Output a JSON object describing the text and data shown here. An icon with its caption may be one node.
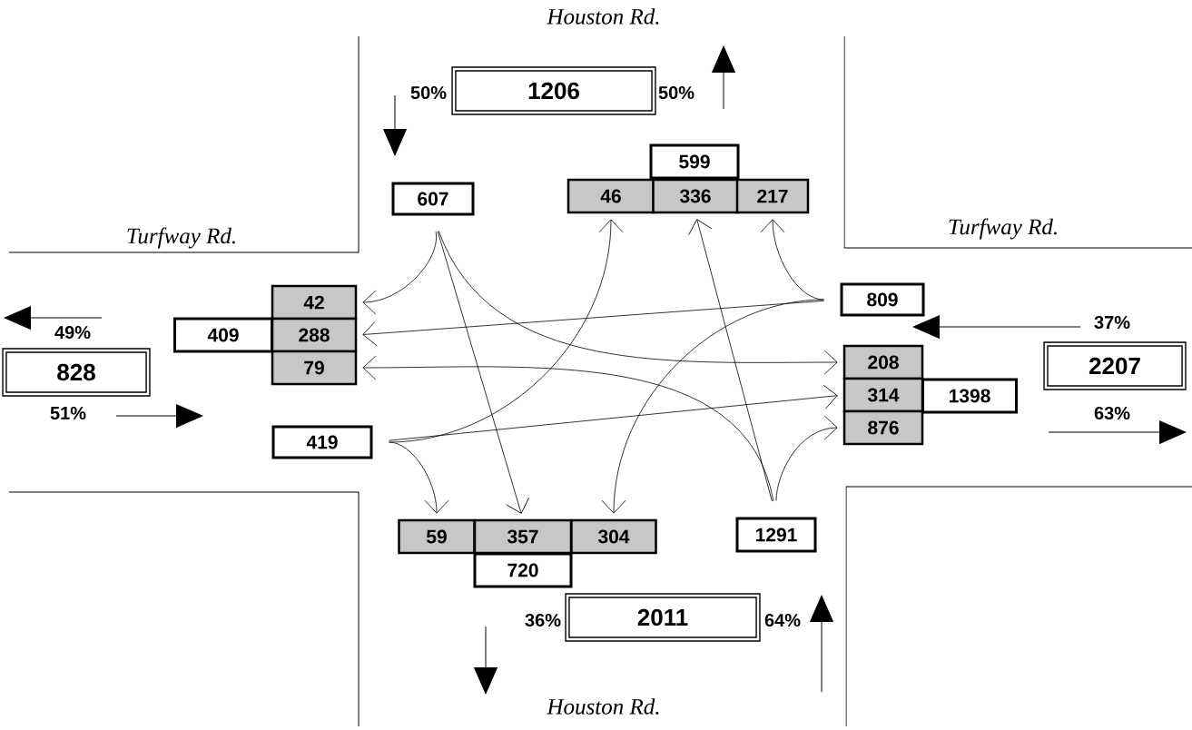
{
  "diagram": {
    "nodes": [
      {
        "text": [
          "1206"
        ],
        "beside": [
          "50%",
          "50%"
        ]
      },
      {
        "text": [
          "599"
        ]
      },
      {
        "text": [
          "607"
        ]
      },
      {
        "text": [
          "46"
        ]
      },
      {
        "text": [
          "336"
        ]
      },
      {
        "text": [
          "217"
        ]
      },
      {
        "text": [
          "42"
        ]
      },
      {
        "text": [
          "409"
        ]
      },
      {
        "text": [
          "288"
        ]
      },
      {
        "text": [
          "809"
        ]
      },
      {
        "text": [
          "828"
        ],
        "beside": [
          "49%",
          "51%"
        ]
      },
      {
        "text": [
          "79"
        ]
      },
      {
        "text": [
          "2207"
        ],
        "beside": [
          "37%",
          "63%"
        ]
      },
      {
        "text": [
          "208"
        ]
      },
      {
        "text": [
          "314"
        ]
      },
      {
        "text": [
          "1398"
        ]
      },
      {
        "text": [
          "876"
        ]
      },
      {
        "text": [
          "419"
        ]
      },
      {
        "text": [
          "59"
        ]
      },
      {
        "text": [
          "357"
        ]
      },
      {
        "text": [
          "304"
        ]
      },
      {
        "text": [
          "1291"
        ]
      },
      {
        "text": [
          "720"
        ]
      },
      {
        "text": [
          "2011"
        ],
        "beside": [
          "36%",
          "64%"
        ]
      }
    ],
    "edges": [
      {
        "from": 2,
        "to": 6,
        "arrow": "to"
      },
      {
        "from": 2,
        "to": 19,
        "arrow": "to"
      },
      {
        "from": 2,
        "to": 13,
        "arrow": "to"
      },
      {
        "from": 9,
        "to": 5,
        "arrow": "to"
      },
      {
        "from": 9,
        "to": 8,
        "arrow": "to"
      },
      {
        "from": 9,
        "to": 20,
        "arrow": "to"
      },
      {
        "from": 17,
        "to": 18,
        "arrow": "to"
      },
      {
        "from": 17,
        "to": 14,
        "arrow": "to"
      },
      {
        "from": 17,
        "to": 3,
        "arrow": "to"
      },
      {
        "from": 21,
        "to": 16,
        "arrow": "to"
      },
      {
        "from": 21,
        "to": 4,
        "arrow": "to"
      },
      {
        "from": 21,
        "to": 11,
        "arrow": "to"
      }
    ],
    "labels": [
      "Houston Rd.",
      "Turfway Rd.",
      "Turfway Rd.",
      "Houston Rd."
    ]
  }
}
